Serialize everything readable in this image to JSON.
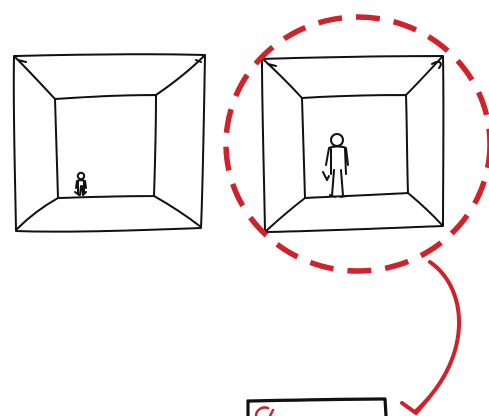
{
  "diagram": {
    "type": "hand-drawn sketch",
    "colors": {
      "ink": "#111111",
      "highlight": "#d0222b",
      "background": "#ffffff"
    },
    "nodes": [
      {
        "id": "room-small-figure",
        "kind": "room-sketch",
        "figure_scale": "small",
        "highlighted": false
      },
      {
        "id": "room-large-figure",
        "kind": "room-sketch",
        "figure_scale": "large",
        "highlighted": true
      },
      {
        "id": "room-partial-bottom",
        "kind": "room-sketch",
        "visible": "partial"
      }
    ],
    "edges": [
      {
        "from": "room-large-figure",
        "to": "room-partial-bottom",
        "style": "curved-arrow",
        "color": "highlight"
      }
    ],
    "highlight_shape": "dashed-circle"
  }
}
